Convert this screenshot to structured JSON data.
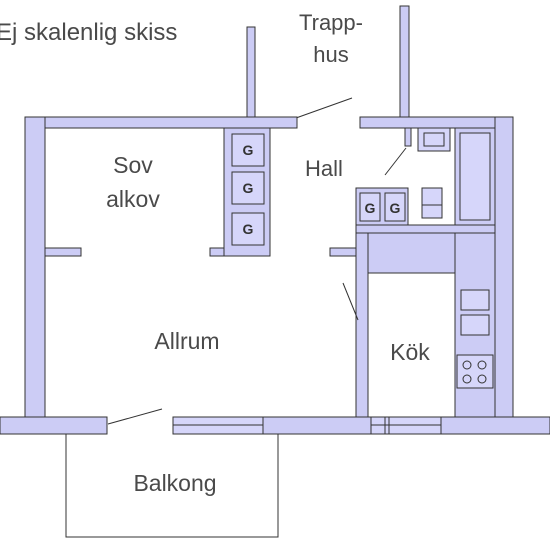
{
  "note": "Ej skalenlig skiss",
  "rooms": {
    "trapphus_line1": "Trapp-",
    "trapphus_line2": "hus",
    "sov_line1": "Sov",
    "sov_line2": "alkov",
    "hall": "Hall",
    "allrum": "Allrum",
    "kok": "Kök",
    "balkong": "Balkong"
  },
  "cabinet_label": "G",
  "colors": {
    "wall": "#ccccf5",
    "outline": "#333333",
    "text": "#4a4a4a"
  }
}
